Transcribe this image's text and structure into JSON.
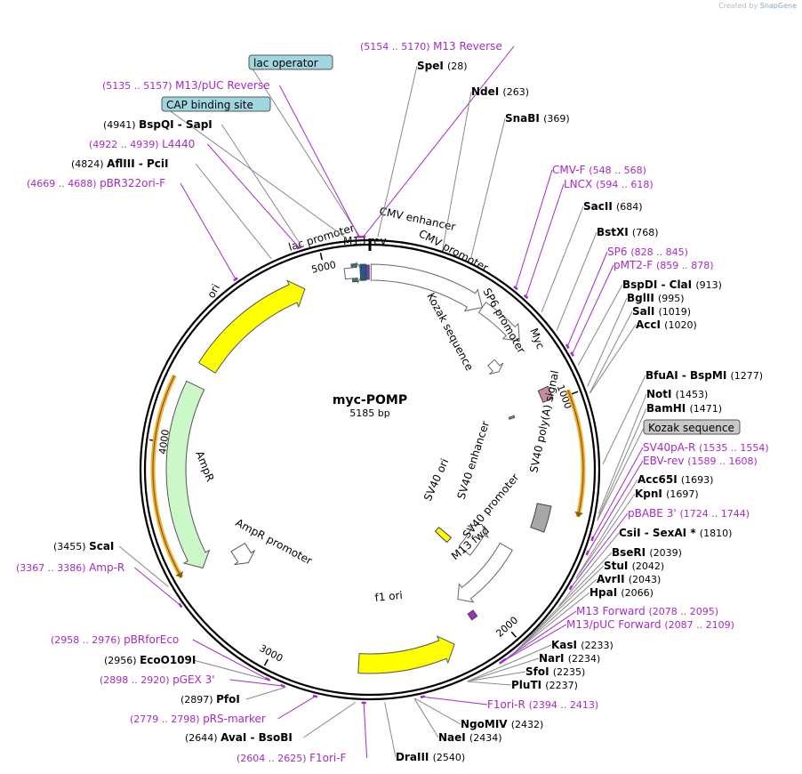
{
  "credit": {
    "prefix": "Created by",
    "brand": "SnapGene"
  },
  "plasmid": {
    "name": "myc-POMP",
    "size": "5185 bp",
    "length": 5185
  },
  "colors": {
    "backbone": "#000000",
    "primer": "#a52ac8",
    "enzyme": "#000000",
    "ori": "#ffff00",
    "ampr": "#ccf7c8",
    "orf_outline": "#f0b030",
    "myc": "#c88aa0",
    "polyA": "#a7a7a7",
    "lac_op": "#2a7c8c",
    "cap_bg": "#9fd6e0",
    "kozak_bg": "#c8c8c8"
  },
  "ticks": [
    {
      "label": "5000",
      "bp": 5000
    },
    {
      "label": "1000",
      "bp": 1000
    },
    {
      "label": "2000",
      "bp": 2000
    },
    {
      "label": "3000",
      "bp": 3000
    },
    {
      "label": "4000",
      "bp": 4000
    }
  ],
  "feature_labels": {
    "cmv_enhancer": "CMV enhancer",
    "cmv_promoter": "CMV promoter",
    "lac_promoter": "lac promoter",
    "m13_rev": "M13 rev",
    "sp6_promoter": "SP6 promoter",
    "kozak": "Kozak sequence",
    "myc": "Myc",
    "polyA": "SV40 poly(A) signal",
    "sv40_ori": "SV40 ori",
    "sv40_enhancer": "SV40 enhancer",
    "sv40_promoter": "SV40 promoter",
    "m13_fwd": "M13 fwd",
    "f1_ori": "f1 ori",
    "ampr_promoter": "AmpR promoter",
    "ampr": "AmpR",
    "ori": "ori"
  },
  "labels": [
    {
      "type": "primer",
      "name": "M13 Reverse",
      "pos": "(5154 .. 5170)",
      "bp": 5162
    },
    {
      "type": "boxed",
      "name": "lac operator",
      "bp": 5150
    },
    {
      "type": "enzyme",
      "name": "SpeI",
      "pos": "(28)",
      "bp": 28
    },
    {
      "type": "primer",
      "name": "M13/pUC Reverse",
      "pos": "(5135 .. 5157)",
      "bp": 5146
    },
    {
      "type": "enzyme",
      "name": "NdeI",
      "pos": "(263)",
      "bp": 263
    },
    {
      "type": "boxed",
      "name": "CAP binding site",
      "bp": 5100
    },
    {
      "type": "enzyme",
      "name": "SnaBI",
      "pos": "(369)",
      "bp": 369
    },
    {
      "type": "enzyme",
      "name": "BspQI  - SapI",
      "pos": "(4941)",
      "bp": 4941
    },
    {
      "type": "primer",
      "name": "L4440",
      "pos": "(4922 .. 4939)",
      "bp": 4930
    },
    {
      "type": "primer",
      "name": "CMV-F",
      "pos": "(548 .. 568)",
      "bp": 558
    },
    {
      "type": "enzyme",
      "name": "AflIII  - PciI",
      "pos": "(4824)",
      "bp": 4824
    },
    {
      "type": "primer",
      "name": "LNCX",
      "pos": "(594 .. 618)",
      "bp": 606
    },
    {
      "type": "primer",
      "name": "pBR322ori-F",
      "pos": "(4669 .. 4688)",
      "bp": 4678
    },
    {
      "type": "enzyme",
      "name": "SacII",
      "pos": "(684)",
      "bp": 684
    },
    {
      "type": "enzyme",
      "name": "BstXI",
      "pos": "(768)",
      "bp": 768
    },
    {
      "type": "primer",
      "name": "SP6",
      "pos": "(828 .. 845)",
      "bp": 836
    },
    {
      "type": "primer",
      "name": "pMT2-F",
      "pos": "(859 .. 878)",
      "bp": 868
    },
    {
      "type": "enzyme",
      "name": "BspDI  - ClaI",
      "pos": "(913)",
      "bp": 913
    },
    {
      "type": "enzyme",
      "name": "BglII",
      "pos": "(995)",
      "bp": 995
    },
    {
      "type": "enzyme",
      "name": "SalI",
      "pos": "(1019)",
      "bp": 1019
    },
    {
      "type": "enzyme",
      "name": "AccI",
      "pos": "(1020)",
      "bp": 1020
    },
    {
      "type": "enzyme",
      "name": "BfuAI  - BspMI",
      "pos": "(1277)",
      "bp": 1277
    },
    {
      "type": "enzyme",
      "name": "NotI",
      "pos": "(1453)",
      "bp": 1453
    },
    {
      "type": "enzyme",
      "name": "BamHI",
      "pos": "(1471)",
      "bp": 1471
    },
    {
      "type": "boxed",
      "name": "Kozak sequence",
      "bp": 1478
    },
    {
      "type": "primer",
      "name": "SV40pA-R",
      "pos": "(1535 .. 1554)",
      "bp": 1544
    },
    {
      "type": "primer",
      "name": "EBV-rev",
      "pos": "(1589 .. 1608)",
      "bp": 1598
    },
    {
      "type": "enzyme",
      "name": "Acc65I",
      "pos": "(1693)",
      "bp": 1693
    },
    {
      "type": "enzyme",
      "name": "KpnI",
      "pos": "(1697)",
      "bp": 1697
    },
    {
      "type": "primer",
      "name": "pBABE 3'",
      "pos": "(1724 .. 1744)",
      "bp": 1734
    },
    {
      "type": "enzyme",
      "name": "CsiI  - SexAI *",
      "pos": "(1810)",
      "bp": 1810
    },
    {
      "type": "enzyme",
      "name": "BseRI",
      "pos": "(2039)",
      "bp": 2039
    },
    {
      "type": "enzyme",
      "name": "StuI",
      "pos": "(2042)",
      "bp": 2042
    },
    {
      "type": "enzyme",
      "name": "AvrII",
      "pos": "(2043)",
      "bp": 2043
    },
    {
      "type": "enzyme",
      "name": "HpaI",
      "pos": "(2066)",
      "bp": 2066
    },
    {
      "type": "primer",
      "name": "M13 Forward",
      "pos": "(2078 .. 2095)",
      "bp": 2086
    },
    {
      "type": "primer",
      "name": "M13/pUC Forward",
      "pos": "(2087 .. 2109)",
      "bp": 2098
    },
    {
      "type": "enzyme",
      "name": "KasI",
      "pos": "(2233)",
      "bp": 2233
    },
    {
      "type": "enzyme",
      "name": "NarI",
      "pos": "(2234)",
      "bp": 2234
    },
    {
      "type": "enzyme",
      "name": "SfoI",
      "pos": "(2235)",
      "bp": 2235
    },
    {
      "type": "enzyme",
      "name": "PluTI",
      "pos": "(2237)",
      "bp": 2237
    },
    {
      "type": "primer",
      "name": "F1ori-R",
      "pos": "(2394 .. 2413)",
      "bp": 2404
    },
    {
      "type": "enzyme",
      "name": "NgoMIV",
      "pos": "(2432)",
      "bp": 2432
    },
    {
      "type": "enzyme",
      "name": "NaeI",
      "pos": "(2434)",
      "bp": 2434
    },
    {
      "type": "enzyme",
      "name": "DraIII",
      "pos": "(2540)",
      "bp": 2540
    },
    {
      "type": "primer",
      "name": "F1ori-F",
      "pos": "(2604 .. 2625)",
      "bp": 2614
    },
    {
      "type": "enzyme",
      "name": "AvaI  - BsoBI",
      "pos": "(2644)",
      "bp": 2644
    },
    {
      "type": "primer",
      "name": "pRS-marker",
      "pos": "(2779 .. 2798)",
      "bp": 2788
    },
    {
      "type": "enzyme",
      "name": "PfoI",
      "pos": "(2897)",
      "bp": 2897
    },
    {
      "type": "primer",
      "name": "pGEX 3'",
      "pos": "(2898 .. 2920)",
      "bp": 2909
    },
    {
      "type": "enzyme",
      "name": "EcoO109I",
      "pos": "(2956)",
      "bp": 2956
    },
    {
      "type": "primer",
      "name": "pBRforEco",
      "pos": "(2958 .. 2976)",
      "bp": 2967
    },
    {
      "type": "primer",
      "name": "Amp-R",
      "pos": "(3367 .. 3386)",
      "bp": 3376
    },
    {
      "type": "enzyme",
      "name": "ScaI",
      "pos": "(3455)",
      "bp": 3455
    }
  ]
}
